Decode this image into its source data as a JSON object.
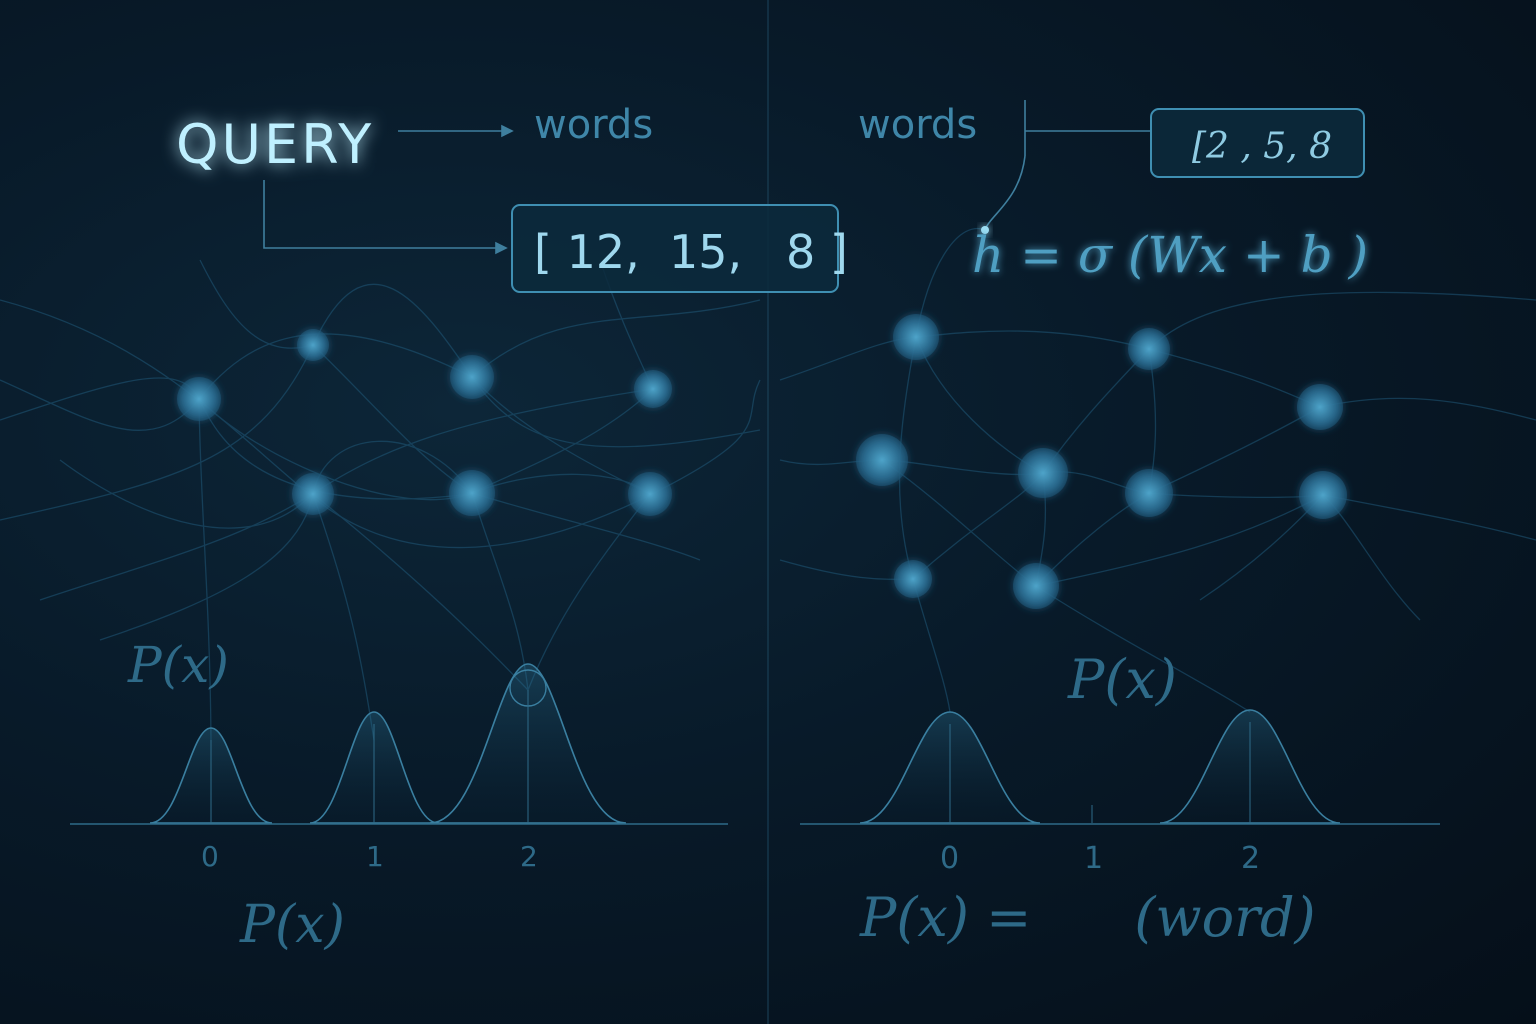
{
  "left_panel": {
    "query_label": "QUERY",
    "words_label": "words",
    "vector_label": "[ 12,  15,   8 ]",
    "prob_label_top": "P(x)",
    "prob_label_bottom": "P(x)",
    "axis_ticks": [
      "0",
      "1",
      "2"
    ]
  },
  "right_panel": {
    "words_label": "words",
    "vector_label": "[2 , 5, 8",
    "formula": "h = σ (Wx + b )",
    "prob_label_mid": "P(x)",
    "prob_formula_bottom": "P(x) =      (word)",
    "axis_ticks": [
      "0",
      "1",
      "2"
    ]
  },
  "colors": {
    "background": "#07182a",
    "accent": "#5fb6d8",
    "query_glow": "#bff0ff",
    "line": "#2f6f8f",
    "node": "#2b6f93",
    "text_dim": "#3f7f9e"
  }
}
